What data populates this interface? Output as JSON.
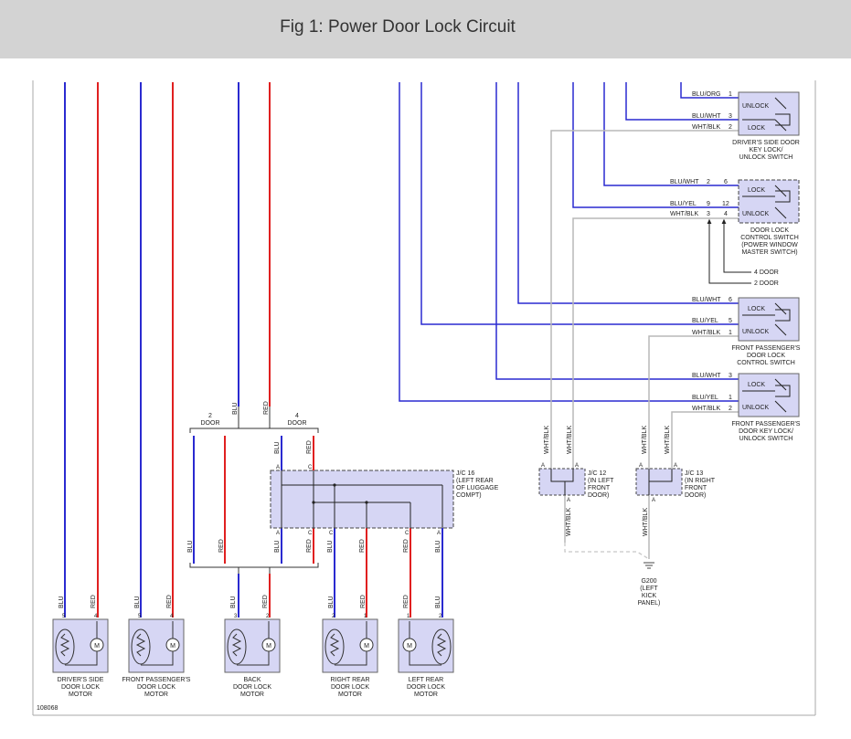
{
  "header": {
    "title": "Fig 1: Power Door Lock Circuit"
  },
  "colors": {
    "blu": "#2a2ad0",
    "red": "#e02020",
    "gray": "#b8b8b8",
    "dashed": "#c8c8c8",
    "box_fill": "#d6d6f4",
    "box_stroke": "#666666"
  },
  "figure_id": "108068",
  "switches": {
    "key_lock": {
      "name": [
        "DRIVER'S SIDE DOOR",
        "KEY LOCK/",
        "UNLOCK SWITCH"
      ],
      "btn1": "UNLOCK",
      "btn2": "LOCK",
      "wires": [
        {
          "color": "BLU/ORG",
          "pin": "1"
        },
        {
          "color": "BLU/WHT",
          "pin": "3"
        },
        {
          "color": "WHT/BLK",
          "pin": "2"
        }
      ]
    },
    "control": {
      "name": [
        "DOOR LOCK",
        "CONTROL SWITCH",
        "(POWER WINDOW",
        "MASTER SWITCH)"
      ],
      "btn1": "LOCK",
      "btn2": "UNLOCK",
      "wires": [
        {
          "color": "BLU/WHT",
          "pin_a": "2",
          "pin_b": "6"
        },
        {
          "color": "BLU/YEL",
          "pin_a": "9",
          "pin_b": "12"
        },
        {
          "color": "WHT/BLK",
          "pin_a": "3",
          "pin_b": "4"
        }
      ],
      "door4": "4 DOOR",
      "door2": "2 DOOR"
    },
    "fp_control": {
      "name": [
        "FRONT PASSENGER'S",
        "DOOR LOCK",
        "CONTROL SWITCH"
      ],
      "btn1": "LOCK",
      "btn2": "UNLOCK",
      "wires": [
        {
          "color": "BLU/WHT",
          "pin": "6"
        },
        {
          "color": "BLU/YEL",
          "pin": "5"
        },
        {
          "color": "WHT/BLK",
          "pin": "1"
        }
      ]
    },
    "fp_key": {
      "name": [
        "FRONT PASSENGER'S",
        "DOOR KEY LOCK/",
        "UNLOCK SWITCH"
      ],
      "btn1": "LOCK",
      "btn2": "UNLOCK",
      "wires": [
        {
          "color": "BLU/WHT",
          "pin": "3"
        },
        {
          "color": "BLU/YEL",
          "pin": "1"
        },
        {
          "color": "WHT/BLK",
          "pin": "2"
        }
      ]
    }
  },
  "junctions": {
    "jc16": {
      "name": [
        "J/C 16",
        "(LEFT REAR",
        "OF LUGGAGE",
        "COMPT)"
      ],
      "top_pins": [
        "A",
        "C"
      ],
      "bottom_pins": [
        "A",
        "C",
        "C",
        "C",
        "A"
      ]
    },
    "jc12": {
      "name": [
        "J/C 12",
        "(IN LEFT",
        "FRONT",
        "DOOR)"
      ],
      "top_pins": [
        "A",
        "A"
      ],
      "bottom_pin": "A"
    },
    "jc13": {
      "name": [
        "J/C 13",
        "(IN RIGHT",
        "FRONT",
        "DOOR)"
      ],
      "top_pins": [
        "A",
        "A"
      ],
      "bottom_pin": "A"
    },
    "g200": [
      "G200",
      "(LEFT",
      "KICK",
      "PANEL)"
    ]
  },
  "wire_labels": {
    "blu": "BLU",
    "red": "RED",
    "wht_blk": "WHT/BLK"
  },
  "door_labels": {
    "two": [
      "2",
      "DOOR"
    ],
    "four": [
      "4",
      "DOOR"
    ]
  },
  "motors": [
    {
      "name": [
        "DRIVER'S SIDE",
        "DOOR LOCK",
        "MOTOR"
      ],
      "pins": [
        "5",
        "4"
      ],
      "labels": [
        "BLU",
        "RED"
      ]
    },
    {
      "name": [
        "FRONT PASSENGER'S",
        "DOOR LOCK",
        "MOTOR"
      ],
      "pins": [
        "5",
        "4"
      ],
      "labels": [
        "BLU",
        "RED"
      ]
    },
    {
      "name": [
        "BACK",
        "DOOR LOCK",
        "MOTOR"
      ],
      "pins": [
        "3",
        "2"
      ],
      "labels": [
        "BLU",
        "RED"
      ]
    },
    {
      "name": [
        "RIGHT REAR",
        "DOOR LOCK",
        "MOTOR"
      ],
      "pins": [
        "2",
        "1"
      ],
      "labels": [
        "BLU",
        "RED"
      ]
    },
    {
      "name": [
        "LEFT REAR",
        "DOOR LOCK",
        "MOTOR"
      ],
      "pins": [
        "1",
        "2"
      ],
      "labels": [
        "RED",
        "BLU"
      ]
    }
  ]
}
